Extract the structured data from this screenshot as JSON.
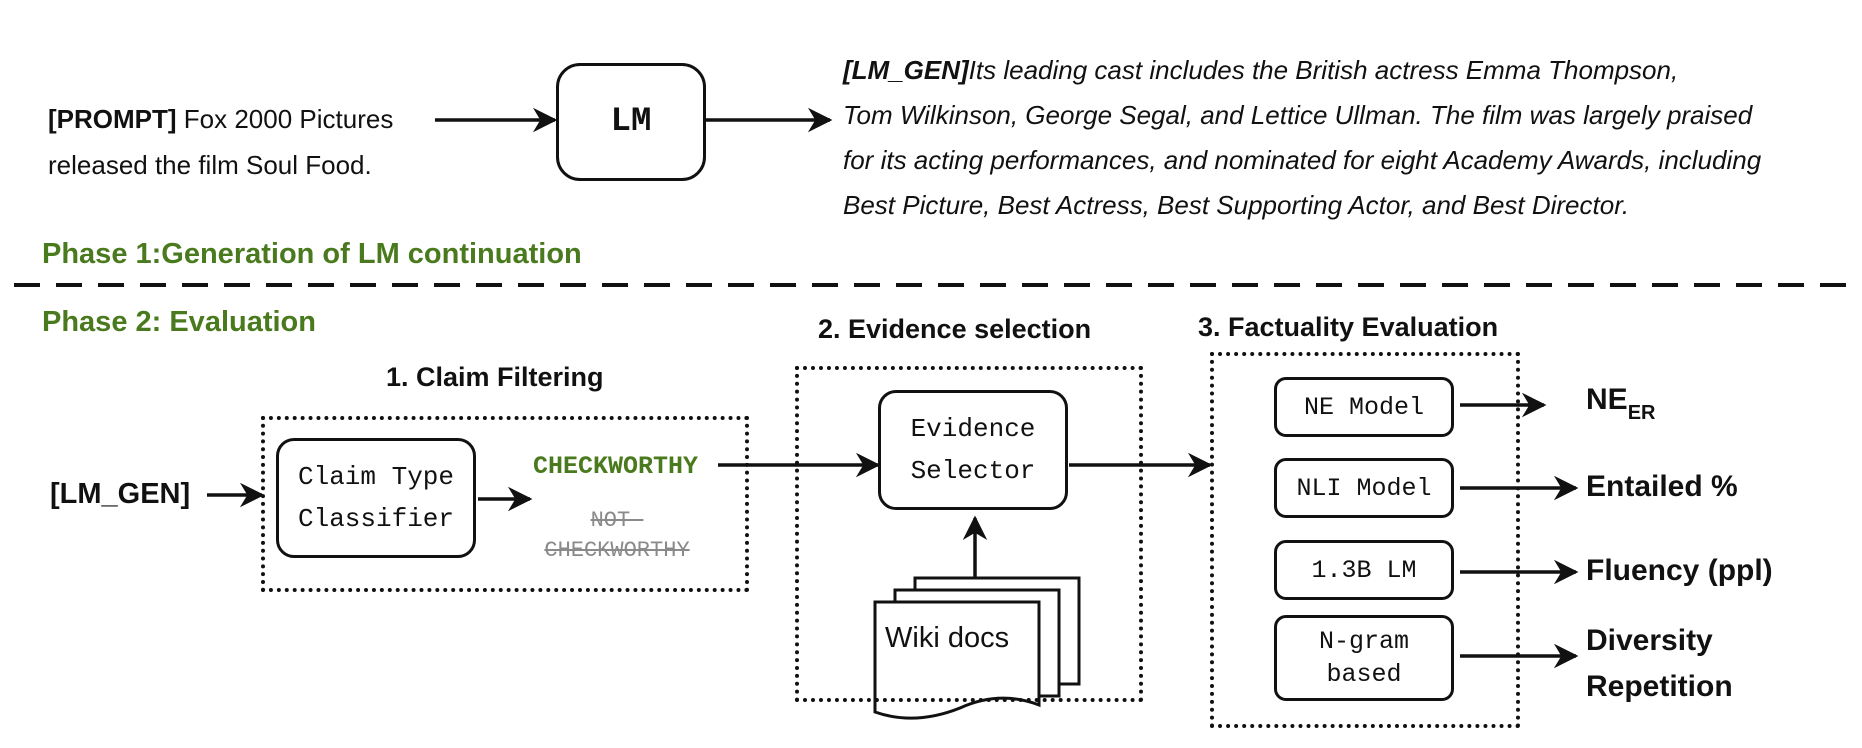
{
  "phase1": {
    "title": "Phase 1:Generation of LM continuation",
    "prompt_tag": "[PROMPT]",
    "prompt_text_1": "Fox 2000 Pictures",
    "prompt_text_2": "released the film Soul Food.",
    "lm_label": "LM",
    "gen_tag": "[LM_GEN]",
    "gen_line_1": "Its leading cast includes the British actress Emma Thompson,",
    "gen_line_2": "Tom Wilkinson, George Segal, and Lettice Ullman. The film was largely praised",
    "gen_line_3": "for its acting performances, and nominated for eight Academy Awards, including",
    "gen_line_4": "Best Picture, Best Actress, Best Supporting Actor, and Best Director."
  },
  "phase2": {
    "title": "Phase 2: Evaluation",
    "input_label": "[LM_GEN]",
    "claim_filtering": {
      "title": "1. Claim Filtering",
      "classifier_line_1": "Claim Type",
      "classifier_line_2": "Classifier",
      "checkworthy": "CHECKWORTHY",
      "not_checkworthy_1": "NOT-",
      "not_checkworthy_2": "CHECKWORTHY"
    },
    "evidence_selection": {
      "title": "2. Evidence selection",
      "selector_line_1": "Evidence",
      "selector_line_2": "Selector",
      "wiki_docs": "Wiki docs"
    },
    "factuality_evaluation": {
      "title": "3. Factuality Evaluation",
      "models": [
        {
          "label_1": "NE Model",
          "label_2": "",
          "output_1": "NE",
          "output_sub": "ER",
          "output_2": ""
        },
        {
          "label_1": "NLI Model",
          "label_2": "",
          "output_1": "Entailed %",
          "output_sub": "",
          "output_2": ""
        },
        {
          "label_1": "1.3B LM",
          "label_2": "",
          "output_1": "Fluency (ppl)",
          "output_sub": "",
          "output_2": ""
        },
        {
          "label_1": "N-gram",
          "label_2": "based",
          "output_1": "Diversity",
          "output_sub": "",
          "output_2": "Repetition"
        }
      ]
    }
  },
  "colors": {
    "phase_title": "#4a7a1e",
    "checkworthy": "#4a7a1e",
    "not_checkworthy": "#8a8a8a"
  }
}
